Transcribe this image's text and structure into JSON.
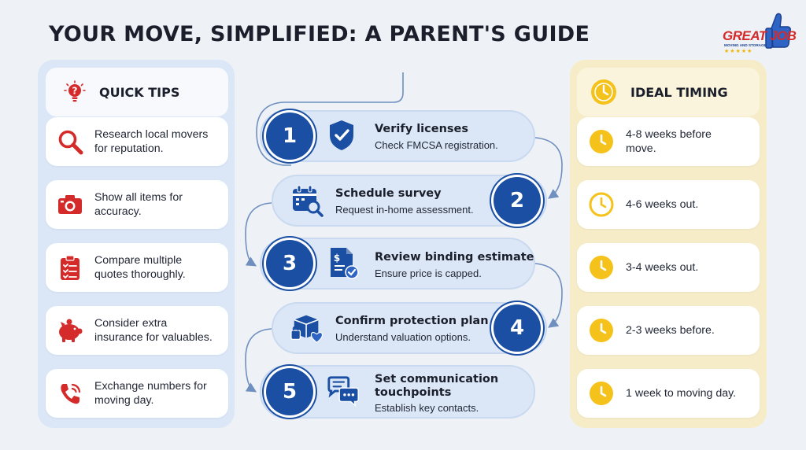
{
  "title": "YOUR MOVE, SIMPLIFIED: A PARENT'S GUIDE",
  "logo": {
    "brand": "GREAT JOB",
    "tagline": "MOVING AND STORAGE",
    "stars": "★★★★★",
    "icon": "thumbs-up-icon"
  },
  "colors": {
    "accent_red": "#d42a2a",
    "step_blue": "#1b4fa3",
    "clock_yellow": "#f4c21a",
    "left_panel": "#dbe6f6",
    "right_panel": "#f7ecc8"
  },
  "quick_tips": {
    "heading": "QUICK TIPS",
    "icon": "lightbulb-icon",
    "items": [
      {
        "text": "Research local movers\nfor reputation.",
        "icon": "magnifier-icon"
      },
      {
        "text": "Show all items for\naccuracy.",
        "icon": "camera-icon"
      },
      {
        "text": "Compare multiple\nquotes thoroughly.",
        "icon": "clipboard-checklist-icon"
      },
      {
        "text": "Consider extra\ninsurance for valuables.",
        "icon": "piggy-bank-icon"
      },
      {
        "text": "Exchange numbers for\nmoving day.",
        "icon": "phone-icon"
      }
    ]
  },
  "steps": [
    {
      "number": "1",
      "title": "Verify licenses",
      "description": "Check FMCSA registration.",
      "icon": "shield-check-icon"
    },
    {
      "number": "2",
      "title": "Schedule survey",
      "description": "Request in-home assessment.",
      "icon": "calendar-search-icon"
    },
    {
      "number": "3",
      "title": "Review binding estimate",
      "description": "Ensure price is capped.",
      "icon": "document-dollar-icon"
    },
    {
      "number": "4",
      "title": "Confirm protection plan",
      "description": "Understand valuation options.",
      "icon": "boxes-protection-icon"
    },
    {
      "number": "5",
      "title": "Set communication\ntouchpoints",
      "description": "Establish key contacts.",
      "icon": "chat-bubbles-icon"
    }
  ],
  "ideal_timing": {
    "heading": "IDEAL TIMING",
    "icon": "clock-icon",
    "items": [
      {
        "text": "4-8 weeks before\nmove.",
        "icon": "clock-icon"
      },
      {
        "text": "4-6 weeks out.",
        "icon": "clock-icon"
      },
      {
        "text": "3-4 weeks out.",
        "icon": "clock-icon"
      },
      {
        "text": "2-3 weeks before.",
        "icon": "clock-icon"
      },
      {
        "text": "1 week to moving day.",
        "icon": "clock-icon"
      }
    ]
  }
}
